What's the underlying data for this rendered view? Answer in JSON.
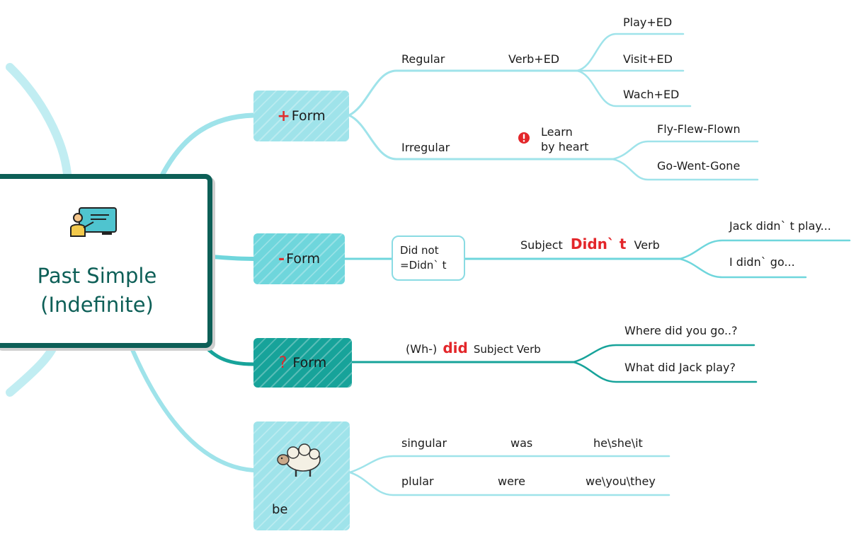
{
  "central": {
    "title_line1": "Past Simple",
    "title_line2": "(Indefinite)",
    "icon": "teacher-board-icon"
  },
  "plus_form": {
    "sign": "+",
    "label": "Form",
    "regular": {
      "label": "Regular",
      "rule": "Verb+ED",
      "examples": [
        "Play+ED",
        "Visit+ED",
        "Wach+ED"
      ]
    },
    "irregular": {
      "label": "Irregular",
      "note_line1": "Learn",
      "note_line2": "by heart",
      "examples": [
        "Fly-Flew-Flown",
        "Go-Went-Gone"
      ]
    }
  },
  "minus_form": {
    "sign": "-",
    "label": "Form",
    "box_line1": "Did not",
    "box_line2": "=Didn` t",
    "rule_subject": "Subject",
    "rule_aux": "Didn` t",
    "rule_verb": "Verb",
    "examples": [
      "Jack didn` t play...",
      "I didn` go..."
    ]
  },
  "question_form": {
    "sign": "?",
    "label": "Form",
    "rule_prefix": "(Wh-)",
    "rule_aux": "did",
    "rule_rest": "Subject Verb",
    "examples": [
      "Where did you go..?",
      "What did Jack play?"
    ]
  },
  "be": {
    "label": "be",
    "icon": "sheep-icon",
    "rows": [
      {
        "number": "singular",
        "form": "was",
        "pronouns": "he\\she\\it"
      },
      {
        "number": "plular",
        "form": "were",
        "pronouns": "we\\you\\they"
      }
    ]
  },
  "colors": {
    "accent_dark": "#0d5f57",
    "branch_light": "#9fe3ea",
    "branch_dark": "#17a39a",
    "alert": "#e3262a"
  }
}
